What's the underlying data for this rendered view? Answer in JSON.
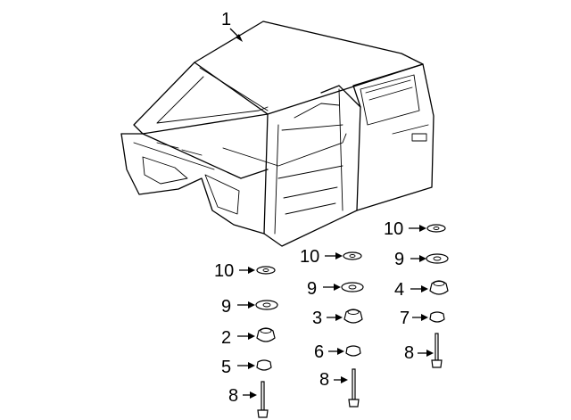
{
  "diagram": {
    "main_part": {
      "label": "1"
    },
    "callouts": [
      {
        "id": "c-10-right-top",
        "label": "10",
        "part": "washer-flat"
      },
      {
        "id": "c-10-mid",
        "label": "10",
        "part": "washer-flat"
      },
      {
        "id": "c-9-right",
        "label": "9",
        "part": "washer-thick"
      },
      {
        "id": "c-10-left",
        "label": "10",
        "part": "washer-flat"
      },
      {
        "id": "c-9-mid",
        "label": "9",
        "part": "washer-thick"
      },
      {
        "id": "c-4-right",
        "label": "4",
        "part": "mount-cushion-large"
      },
      {
        "id": "c-9-left",
        "label": "9",
        "part": "washer-thick"
      },
      {
        "id": "c-3-mid",
        "label": "3",
        "part": "mount-cushion-large"
      },
      {
        "id": "c-7-right",
        "label": "7",
        "part": "mount-cushion-small"
      },
      {
        "id": "c-2-left",
        "label": "2",
        "part": "mount-cushion-large"
      },
      {
        "id": "c-6-mid",
        "label": "6",
        "part": "mount-cushion-small"
      },
      {
        "id": "c-8-right",
        "label": "8",
        "part": "bolt"
      },
      {
        "id": "c-5-left",
        "label": "5",
        "part": "mount-cushion-small"
      },
      {
        "id": "c-8-mid",
        "label": "8",
        "part": "bolt"
      },
      {
        "id": "c-8-left",
        "label": "8",
        "part": "bolt"
      }
    ]
  }
}
